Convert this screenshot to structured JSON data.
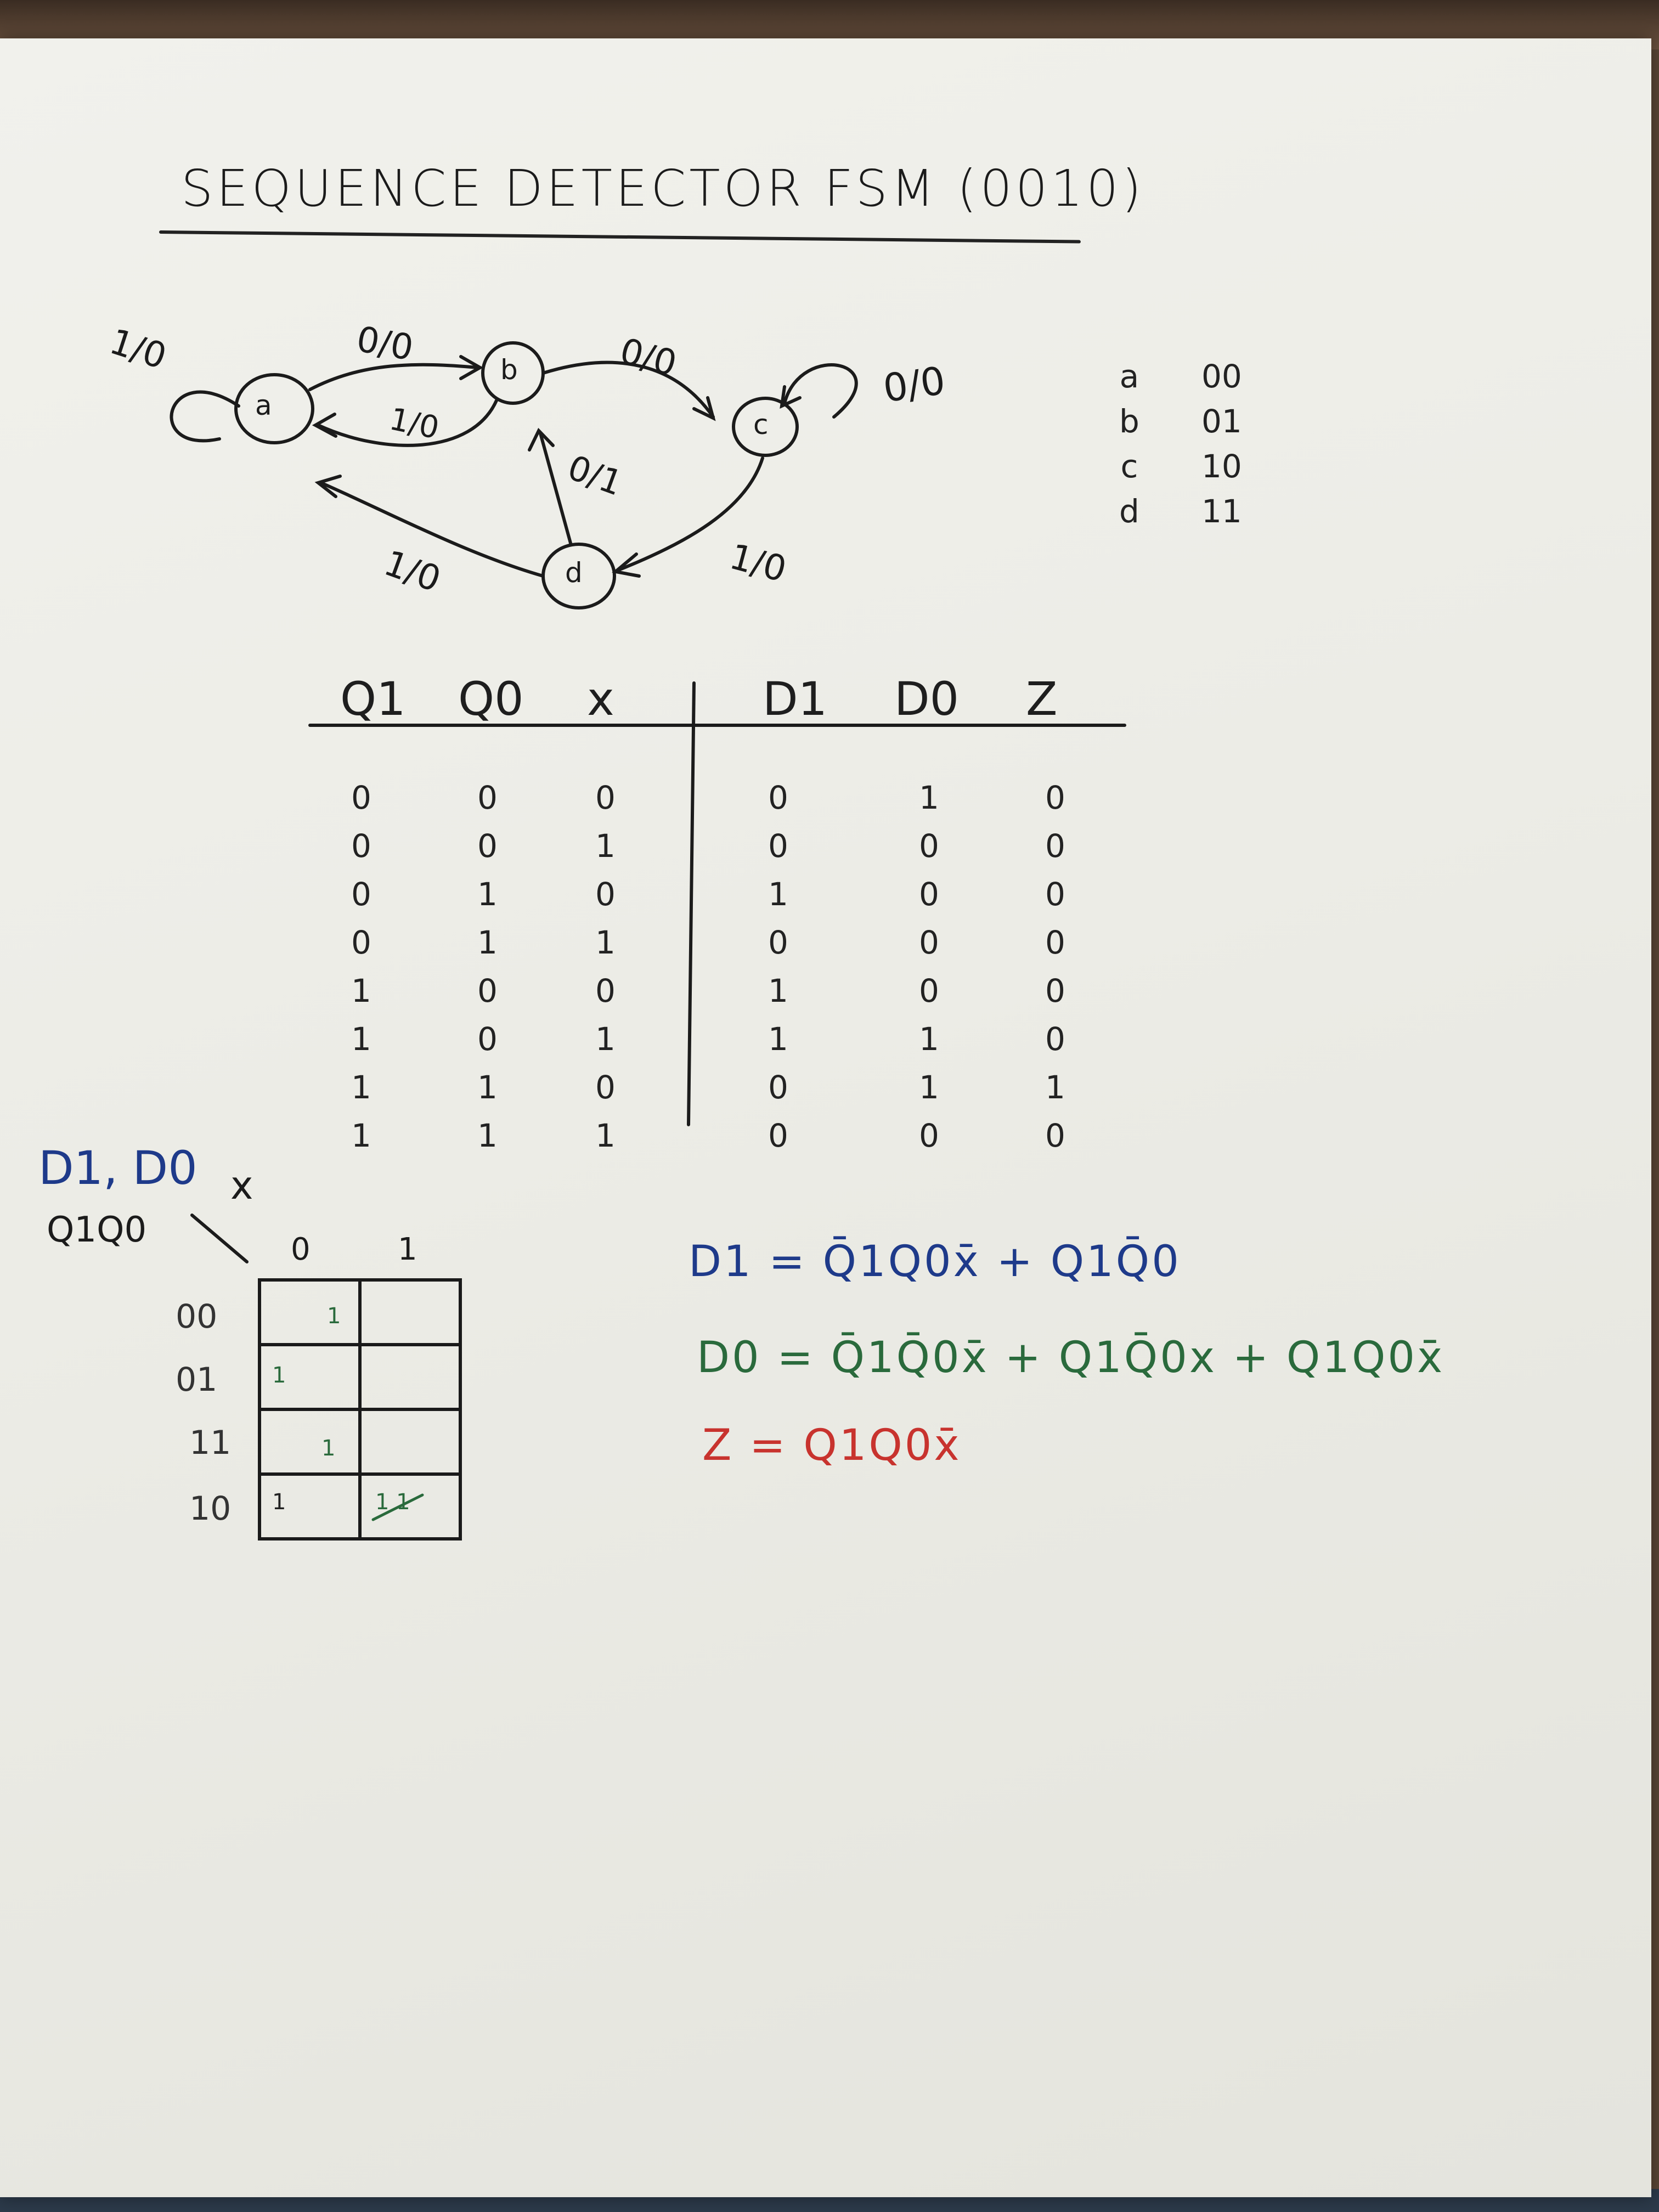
{
  "title": "SEQUENCE DETECTOR FSM (0010)",
  "diagram": {
    "states": [
      "a",
      "b",
      "c",
      "d"
    ],
    "edge_labels": {
      "a_self": "1/0",
      "a_to_b": "0/0",
      "b_to_a": "1/0",
      "b_to_c": "0/0",
      "c_self": "0/0",
      "c_to_d": "1/0",
      "d_to_b": "0/1",
      "d_to_a": "1/0"
    }
  },
  "encoding": [
    {
      "state": "a",
      "code": "00"
    },
    {
      "state": "b",
      "code": "01"
    },
    {
      "state": "c",
      "code": "10"
    },
    {
      "state": "d",
      "code": "11"
    }
  ],
  "truth_table": {
    "headers": [
      "Q1",
      "Q0",
      "x",
      "D1",
      "D0",
      "Z"
    ],
    "columns": {
      "Q1": [
        "0",
        "0",
        "0",
        "0",
        "1",
        "1",
        "1",
        "1"
      ],
      "Q0": [
        "0",
        "0",
        "1",
        "1",
        "0",
        "0",
        "1",
        "1"
      ],
      "x": [
        "0",
        "1",
        "0",
        "1",
        "0",
        "1",
        "0",
        "1"
      ],
      "D1": [
        "0",
        "0",
        "1",
        "0",
        "1",
        "1",
        "0",
        "0"
      ],
      "D0": [
        "1",
        "0",
        "0",
        "0",
        "0",
        "1",
        "1",
        "0"
      ],
      "Z": [
        "0",
        "0",
        "0",
        "0",
        "0",
        "0",
        "1",
        "0"
      ]
    }
  },
  "kmap": {
    "label": "D1, D0",
    "var_x": "x",
    "var_q": "Q1Q0",
    "col_headers": [
      "0",
      "1"
    ],
    "row_headers": [
      "00",
      "01",
      "11",
      "10"
    ],
    "cells": [
      [
        "1",
        ""
      ],
      [
        "1",
        ""
      ],
      [
        "1",
        ""
      ],
      [
        "1",
        "1 1"
      ]
    ]
  },
  "equations": {
    "d1": "D1 = Q̄1Q0x̄ + Q1Q̄0",
    "d0": "D0 = Q̄1Q̄0x̄ + Q1Q̄0x + Q1Q0x̄",
    "z": "Z = Q1Q0x̄"
  }
}
